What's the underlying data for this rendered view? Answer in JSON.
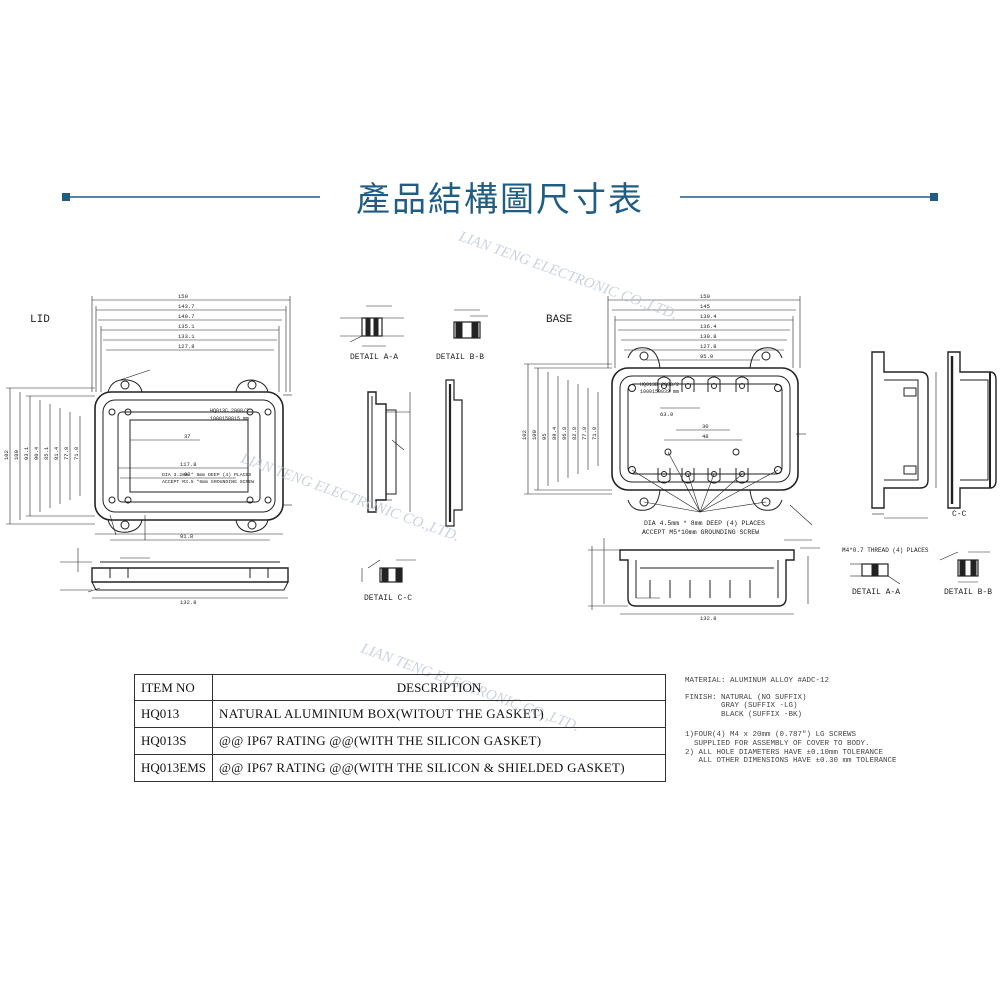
{
  "title": "產品結構圖尺寸表",
  "colors": {
    "accent": "#1f5d85",
    "line": "#222222",
    "watermark": "#b9c4d6"
  },
  "watermark_text": "LIAN TENG ELECTRONIC CO.,LTD.",
  "views": {
    "lid": {
      "label": "LID",
      "note_lines": [
        "DIA 3.2mm * 8mm DEEP (4) PLACES",
        "ACCEPT M3.5 *6mm GROUNDING SCREW"
      ],
      "part_marking": [
        "HQ013C 2008/2",
        "1000150015 mm"
      ]
    },
    "base": {
      "label": "BASE",
      "note_lines": [
        "DIA 4.5mm * 8mm DEEP (4) PLACES",
        "ACCEPT M5*10mm GROUNDING SCREW"
      ],
      "part_marking": [
        "HQ013B 2008/2",
        "1000150033 mm"
      ]
    },
    "detail_labels": {
      "lid_aa": "DETAIL A-A",
      "lid_bb": "DETAIL B-B",
      "lid_cc": "DETAIL C-C",
      "base_cc": "C-C",
      "base_aa": "DETAIL A-A",
      "base_bb": "DETAIL B-B",
      "thread_note": "M4*0.7 THREAD (4) PLACES"
    },
    "lid_dims": {
      "top": [
        "150",
        "143.7",
        "140.7",
        "135.1",
        "133.1",
        "127.8"
      ],
      "side": [
        "102",
        "100",
        "93.1",
        "90.4",
        "85.1",
        "81.4",
        "77.8",
        "71.8"
      ],
      "inner": [
        "117.8",
        "98",
        "37",
        "91.8",
        "132.8"
      ]
    },
    "base_dims": {
      "top": [
        "150",
        "145",
        "139.4",
        "136.4",
        "130.8",
        "127.8",
        "95.9"
      ],
      "side": [
        "102",
        "100",
        "95",
        "89.4",
        "86.8",
        "82.8",
        "77.8",
        "71.8"
      ],
      "inner": [
        "63.9",
        "30",
        "48",
        "132.8"
      ]
    }
  },
  "table": {
    "headers": [
      "ITEM NO",
      "DESCRIPTION"
    ],
    "rows": [
      {
        "item": "HQ013",
        "desc": "NATURAL ALUMINIUM BOX(WITOUT THE GASKET)"
      },
      {
        "item": "HQ013S",
        "desc": "@@ IP67 RATING @@(WITH THE SILICON GASKET)"
      },
      {
        "item": "HQ013EMS",
        "desc": "@@ IP67 RATING @@(WITH THE  SILICON & SHIELDED GASKET)"
      }
    ]
  },
  "notes": {
    "material": "MATERIAL: ALUMINUM ALLOY #ADC-12",
    "finish": "FINISH: NATURAL (NO SUFFIX)\n        GRAY (SUFFIX -LG)\n        BLACK (SUFFIX -BK)",
    "general": "1)FOUR(4) M4 x 20mm (0.787\") LG SCREWS\n  SUPPLIED FOR ASSEMBLY OF COVER TO BODY.\n2) ALL HOLE DIAMETERS HAVE ±0.10mm TOLERANCE\n   ALL OTHER DIMENSIONS HAVE ±0.30 mm TOLERANCE"
  }
}
